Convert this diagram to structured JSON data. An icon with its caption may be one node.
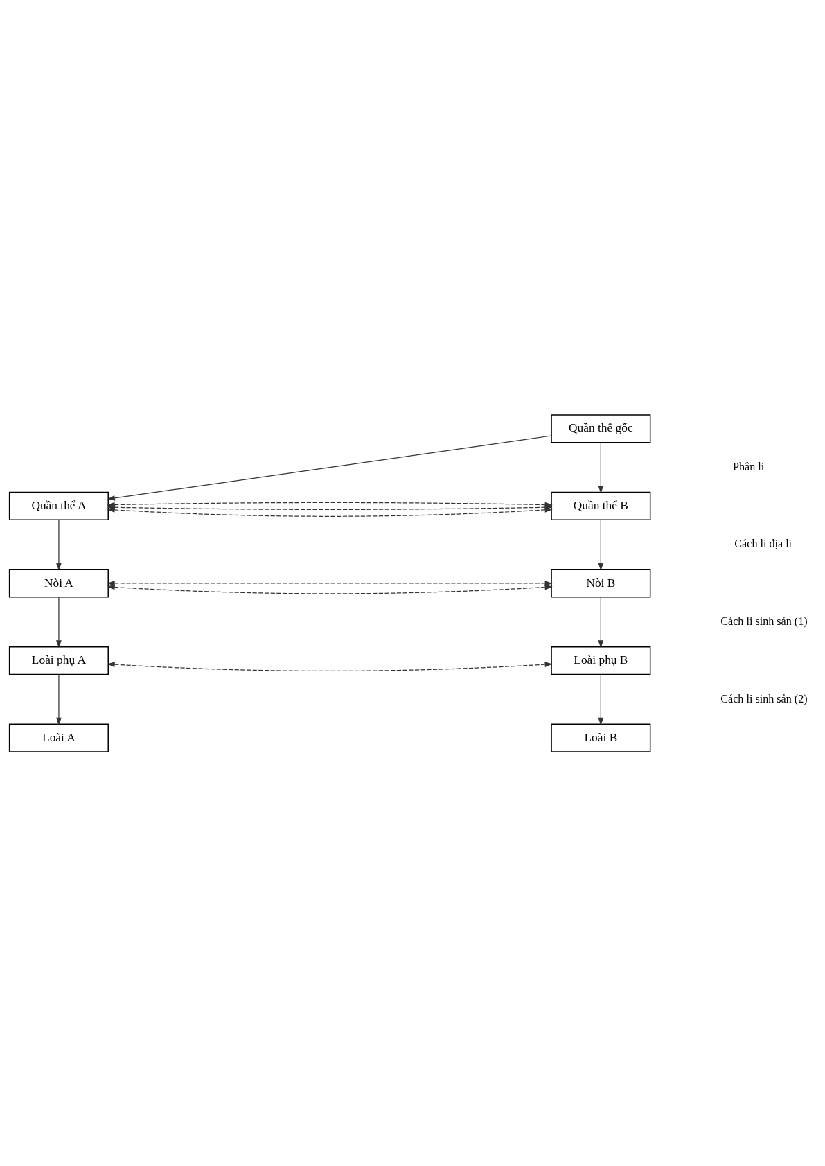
{
  "diagram": {
    "nodes": [
      {
        "text": [
          "Quần thể gốc"
        ]
      },
      {
        "text": [
          "Quần thể A"
        ]
      },
      {
        "text": [
          "Quần thể B"
        ]
      },
      {
        "text": [
          "Nòi A"
        ]
      },
      {
        "text": [
          "Nòi B"
        ]
      },
      {
        "text": [
          "Loài phụ A"
        ]
      },
      {
        "text": [
          "Loài phụ B"
        ]
      },
      {
        "text": [
          "Loài A"
        ]
      },
      {
        "text": [
          "Loài B"
        ]
      }
    ],
    "edges": [
      {
        "from": 0,
        "to": 1,
        "arrow": "to"
      },
      {
        "from": 0,
        "to": 2,
        "arrow": "to"
      },
      {
        "from": 1,
        "to": 2,
        "arrow": "both",
        "style": "dashed"
      },
      {
        "from": 1,
        "to": 2,
        "arrow": "both",
        "style": "dashed"
      },
      {
        "from": 1,
        "to": 2,
        "arrow": "both",
        "style": "dashed"
      },
      {
        "from": 1,
        "to": 3,
        "arrow": "to"
      },
      {
        "from": 2,
        "to": 4,
        "arrow": "to"
      },
      {
        "from": 3,
        "to": 4,
        "arrow": "both",
        "style": "dashed"
      },
      {
        "from": 3,
        "to": 4,
        "arrow": "both",
        "style": "dashed"
      },
      {
        "from": 3,
        "to": 5,
        "arrow": "to"
      },
      {
        "from": 4,
        "to": 6,
        "arrow": "to"
      },
      {
        "from": 5,
        "to": 6,
        "arrow": "both",
        "style": "dashed"
      },
      {
        "from": 5,
        "to": 7,
        "arrow": "to"
      },
      {
        "from": 6,
        "to": 8,
        "arrow": "to"
      }
    ],
    "labels": [
      "Phân li",
      "Cách li địa li",
      "Cách li sinh sản (1)",
      "Cách li sinh sản (2)"
    ]
  }
}
